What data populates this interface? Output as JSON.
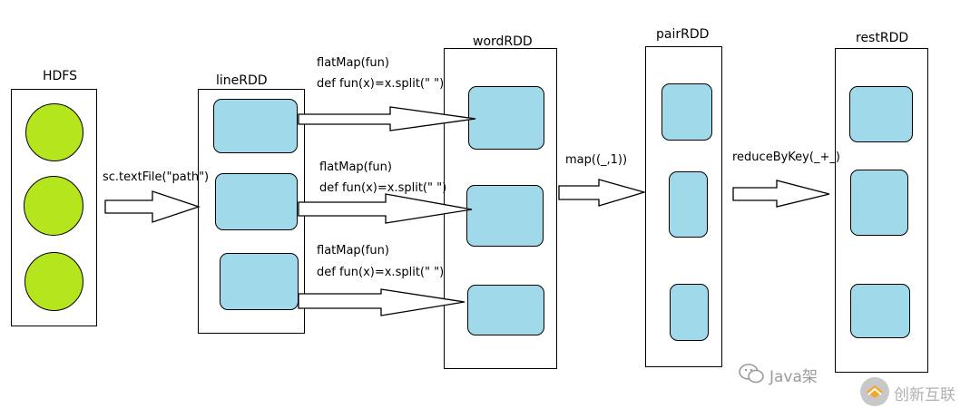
{
  "columns": {
    "hdfs": "HDFS",
    "line_rdd": "lineRDD",
    "word_rdd": "wordRDD",
    "pair_rdd": "pairRDD",
    "rest_rdd": "restRDD"
  },
  "operations": {
    "text_file": "sc.textFile(\"path\")",
    "flatmap_title": "flatMap(fun)",
    "flatmap_def": "def fun(x)=x.split(\" \")",
    "map": "map((_,1))",
    "reduce": "reduceByKey(_+_)"
  },
  "watermark": {
    "text1": "Java架",
    "text2": "创新互联"
  }
}
